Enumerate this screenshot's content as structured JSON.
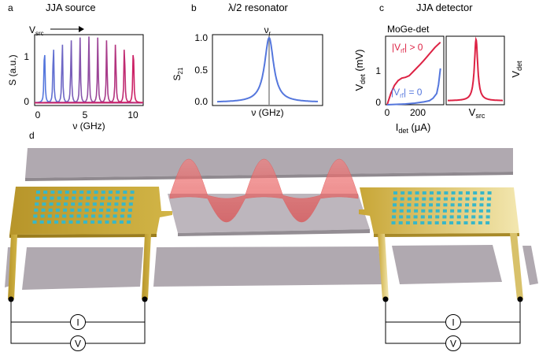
{
  "colors": {
    "blue": "#5577dd",
    "red": "#dd2244",
    "gold": "#c9a834",
    "gold_light": "#f0e2a0",
    "cyan": "#38b7c8",
    "gray": "#b3acb3",
    "wave": "#e84a4a"
  },
  "panel_a": {
    "letter": "a",
    "title": "JJA source",
    "vsrc_main": "V",
    "vsrc_sub": "src",
    "ylabel": "S (a.u.)",
    "xlabel": "ν (GHz)"
  },
  "panel_b": {
    "letter": "b",
    "title": "λ/2 resonator",
    "ylabel_main": "S",
    "ylabel_sub": "21",
    "xlabel": "ν (GHz)",
    "peak_main": "ν",
    "peak_sub": "r"
  },
  "panel_c": {
    "letter": "c",
    "title": "JJA detector",
    "subtitle": "MoGe-det",
    "label_high": "|V",
    "label_high_sub": "rf",
    "label_high_rest": "| > 0",
    "label_low": "|V",
    "label_low_sub": "rf",
    "label_low_rest": "| = 0",
    "ylabel_main": "V",
    "ylabel_sub": "det",
    "ylabel_unit": " (mV)",
    "xlabel_main": "I",
    "xlabel_sub": "det",
    "xlabel_unit": " (μA)",
    "right_ylabel_main": "V",
    "right_ylabel_sub": "det",
    "right_xlabel_main": "V",
    "right_xlabel_sub": "src"
  },
  "panel_d": {
    "letter": "d",
    "meter_current": "I",
    "meter_voltage": "V"
  },
  "chart_data": [
    {
      "type": "line",
      "panel": "a",
      "ylabel": "S (a.u.)",
      "xlabel": "ν (GHz)",
      "xlim": [
        0,
        11
      ],
      "ylim": [
        0,
        1.5
      ],
      "xticks": [
        "0",
        "5",
        "10"
      ],
      "yticks": [
        "0",
        "1"
      ],
      "annotation": "Vsrc →",
      "series": [
        {
          "values_x": [
            1.0,
            1.9,
            2.8,
            3.7,
            4.6,
            5.5,
            6.4,
            7.3,
            8.2,
            9.1,
            10.0
          ],
          "peak_height": 1.4,
          "color_gradient": [
            "#5577dd",
            "#cc2266"
          ]
        }
      ]
    },
    {
      "type": "line",
      "panel": "b",
      "ylabel": "S21",
      "xlabel": "ν (GHz)",
      "ylim": [
        0,
        1.1
      ],
      "yticks": [
        "0.0",
        "0.5",
        "1.0"
      ],
      "peak_label": "νr",
      "series": [
        {
          "shape": "lorentzian",
          "peak_value": 1.0
        }
      ]
    },
    {
      "type": "line",
      "panel": "c-left",
      "xlabel": "Idet (μA)",
      "ylabel": "Vdet (mV)",
      "xlim": [
        0,
        300
      ],
      "ylim": [
        0,
        1.7
      ],
      "xticks": [
        "0",
        "200"
      ],
      "yticks": [
        "0",
        "1"
      ],
      "series": [
        {
          "label": "|Vrf| > 0",
          "x": [
            0,
            20,
            40,
            60,
            80,
            100,
            120,
            150,
            180,
            200,
            230,
            260,
            290
          ],
          "y": [
            0.0,
            0.28,
            0.48,
            0.6,
            0.66,
            0.68,
            0.72,
            0.86,
            1.0,
            1.1,
            1.26,
            1.42,
            1.55
          ]
        },
        {
          "label": "|Vrf| = 0",
          "x": [
            0,
            50,
            100,
            150,
            200,
            230,
            250,
            270,
            280,
            290
          ],
          "y": [
            0.0,
            0.01,
            0.02,
            0.04,
            0.07,
            0.1,
            0.16,
            0.28,
            0.5,
            0.9
          ]
        }
      ]
    },
    {
      "type": "line",
      "panel": "c-right",
      "xlabel": "Vsrc",
      "ylabel": "Vdet",
      "series": [
        {
          "shape": "sharp-peak",
          "peak_value": 1.0
        }
      ]
    }
  ]
}
